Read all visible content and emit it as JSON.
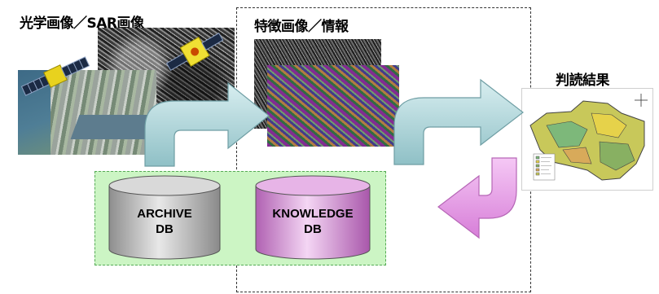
{
  "labels": {
    "input": "光学画像／SAR画像",
    "feature": "特徴画像／情報",
    "result": "判読結果"
  },
  "databases": {
    "archive": {
      "line1": "ARCHIVE",
      "line2": "DB"
    },
    "knowledge": {
      "line1": "KNOWLEDGE",
      "line2": "DB"
    }
  },
  "colors": {
    "arrow_blue": "#a9d3d8",
    "arrow_pink": "#e59ae6",
    "db_archive": "#b8b8b8",
    "db_knowledge": "#d894d8",
    "db_panel": "#ccf5c4"
  }
}
